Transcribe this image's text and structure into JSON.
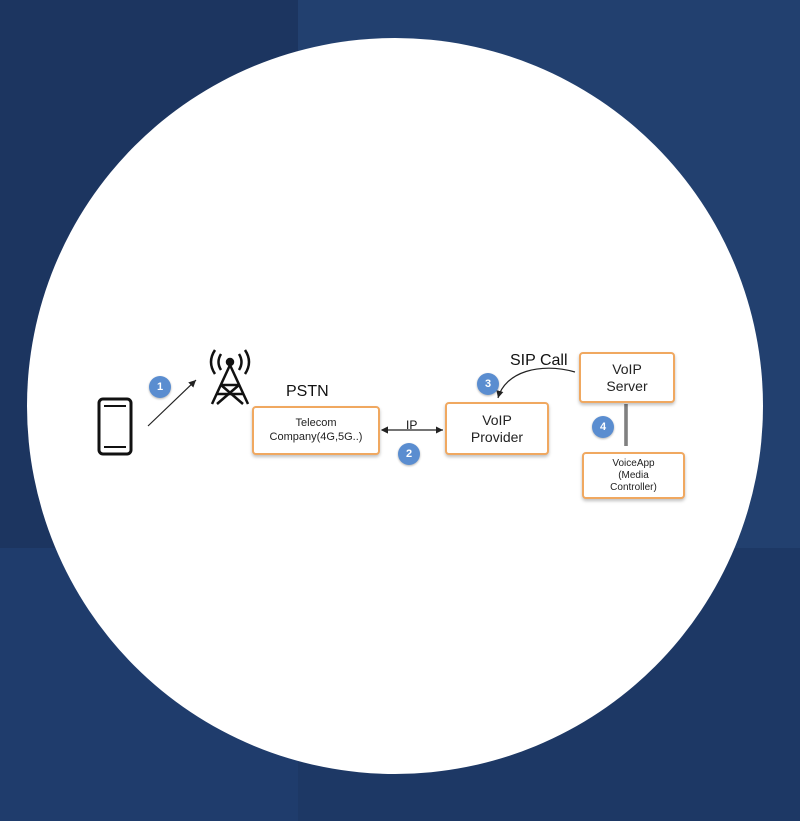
{
  "diagram": {
    "pstn_label": "PSTN",
    "ip_label": "IP",
    "sip_label": "SIP Call",
    "telecom_box": {
      "line1": "Telecom",
      "line2": "Company(4G,5G..)"
    },
    "voip_provider_box": {
      "line1": "VoIP",
      "line2": "Provider"
    },
    "voip_server_box": {
      "line1": "VoIP",
      "line2": "Server"
    },
    "app_box": {
      "line1": "VoiceApp",
      "line2": "(Media",
      "line3": "Controller)"
    },
    "steps": [
      "1",
      "2",
      "3",
      "4"
    ],
    "colors": {
      "box_border": "#f0a860",
      "badge": "#5a8dd0",
      "background": "#1f3a6b"
    }
  }
}
